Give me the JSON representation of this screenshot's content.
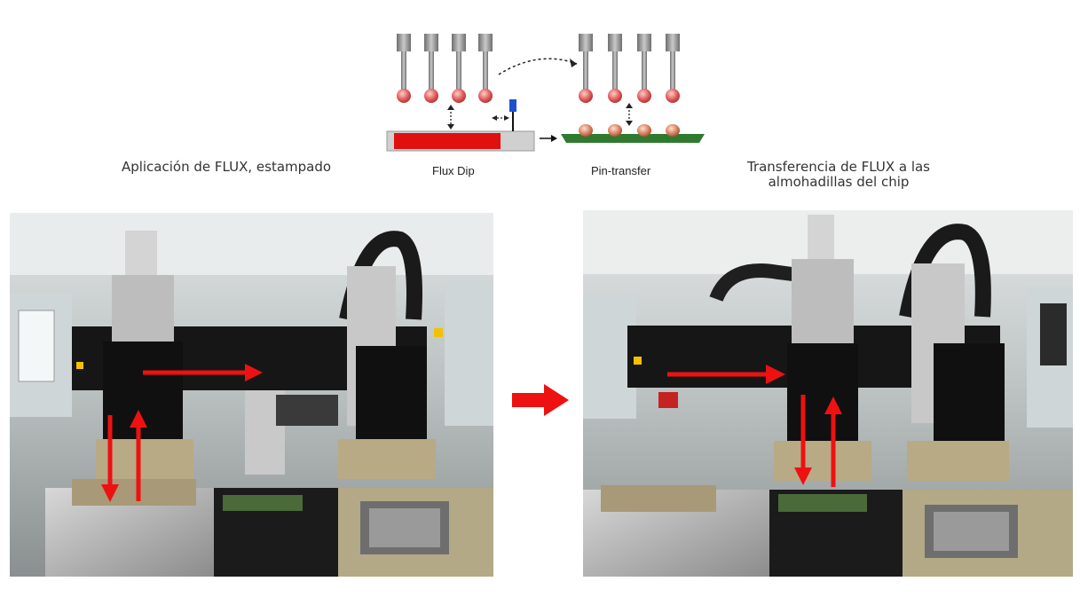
{
  "captions": {
    "left": "Aplicación de FLUX, estampado",
    "right_line1": "Transferencia de FLUX a las",
    "right_line2": "almohadillas del chip"
  },
  "diagram": {
    "label_flux_dip": "Flux Dip",
    "label_pin_transfer": "Pin-transfer"
  },
  "colors": {
    "arrow_red": "#ee1111",
    "flux_red": "#e01010",
    "board_green": "#2f7a2f",
    "pin_grey": "#9a9a9a",
    "sensor_blue": "#1f4fd0"
  }
}
